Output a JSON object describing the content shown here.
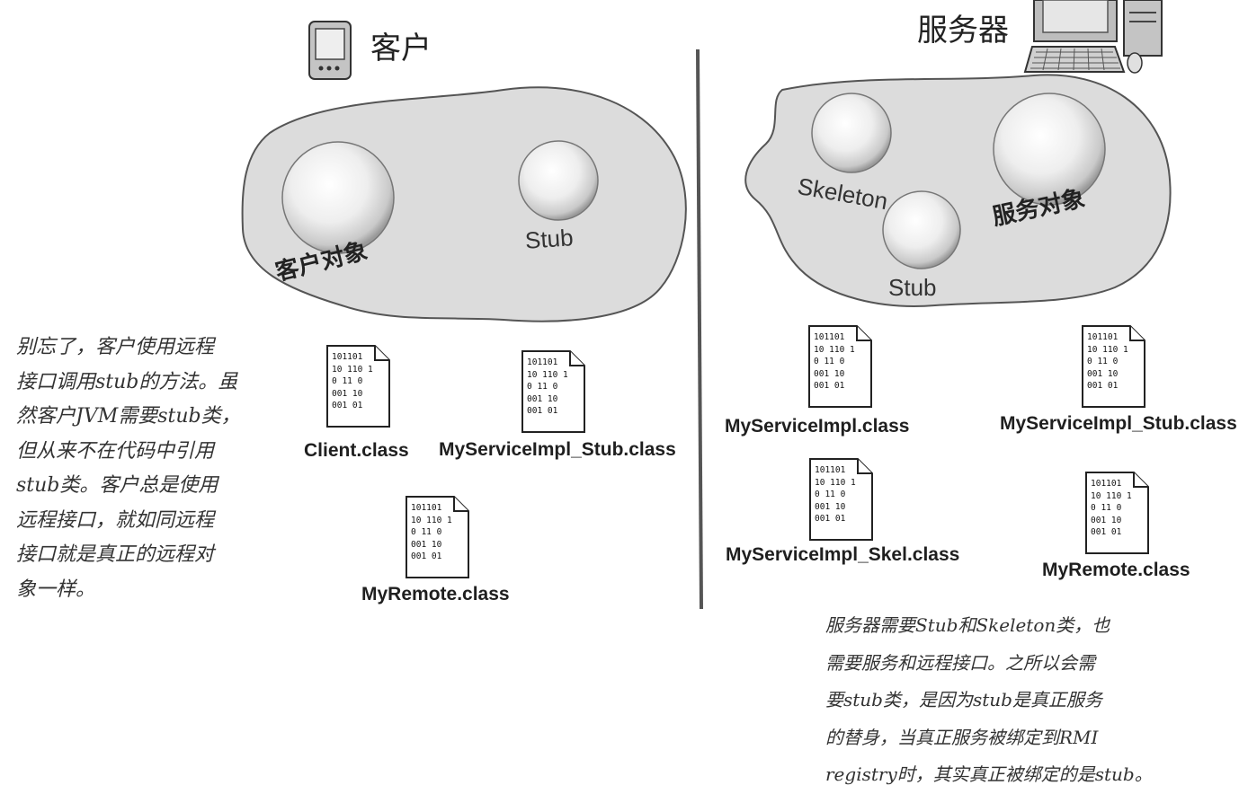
{
  "client_section": {
    "title": "客户",
    "client_object_label": "客户对象",
    "stub_label": "Stub",
    "note": "别忘了，客户使用远程\n接口调用stub的方法。虽\n然客户JVM需要stub类，\n但从来不在代码中引用\nstub类。客户总是使用\n远程接口，就如同远程\n接口就是真正的远程对\n象一样。",
    "files": [
      "Client.class",
      "MyServiceImpl_Stub.class",
      "MyRemote.class"
    ]
  },
  "server_section": {
    "title": "服务器",
    "skeleton_label": "Skeleton",
    "stub_label": "Stub",
    "service_object_label": "服务对象",
    "note": "服务器需要Stub和Skeleton类，也\n需要服务和远程接口。之所以会需\n要stub类，是因为stub是真正服务\n的替身，当真正服务被绑定到RMI\nregistry时，其实真正被绑定的是stub。",
    "files": [
      "MyServiceImpl.class",
      "MyServiceImpl_Stub.class",
      "MyServiceImpl_Skel.class",
      "MyRemote.class"
    ]
  },
  "binary_icon_text": "101101\n10 110 1\n0 11 0\n001 10\n001 01",
  "icons": [
    "pda-device-icon",
    "desktop-computer-icon",
    "class-file-icon"
  ]
}
